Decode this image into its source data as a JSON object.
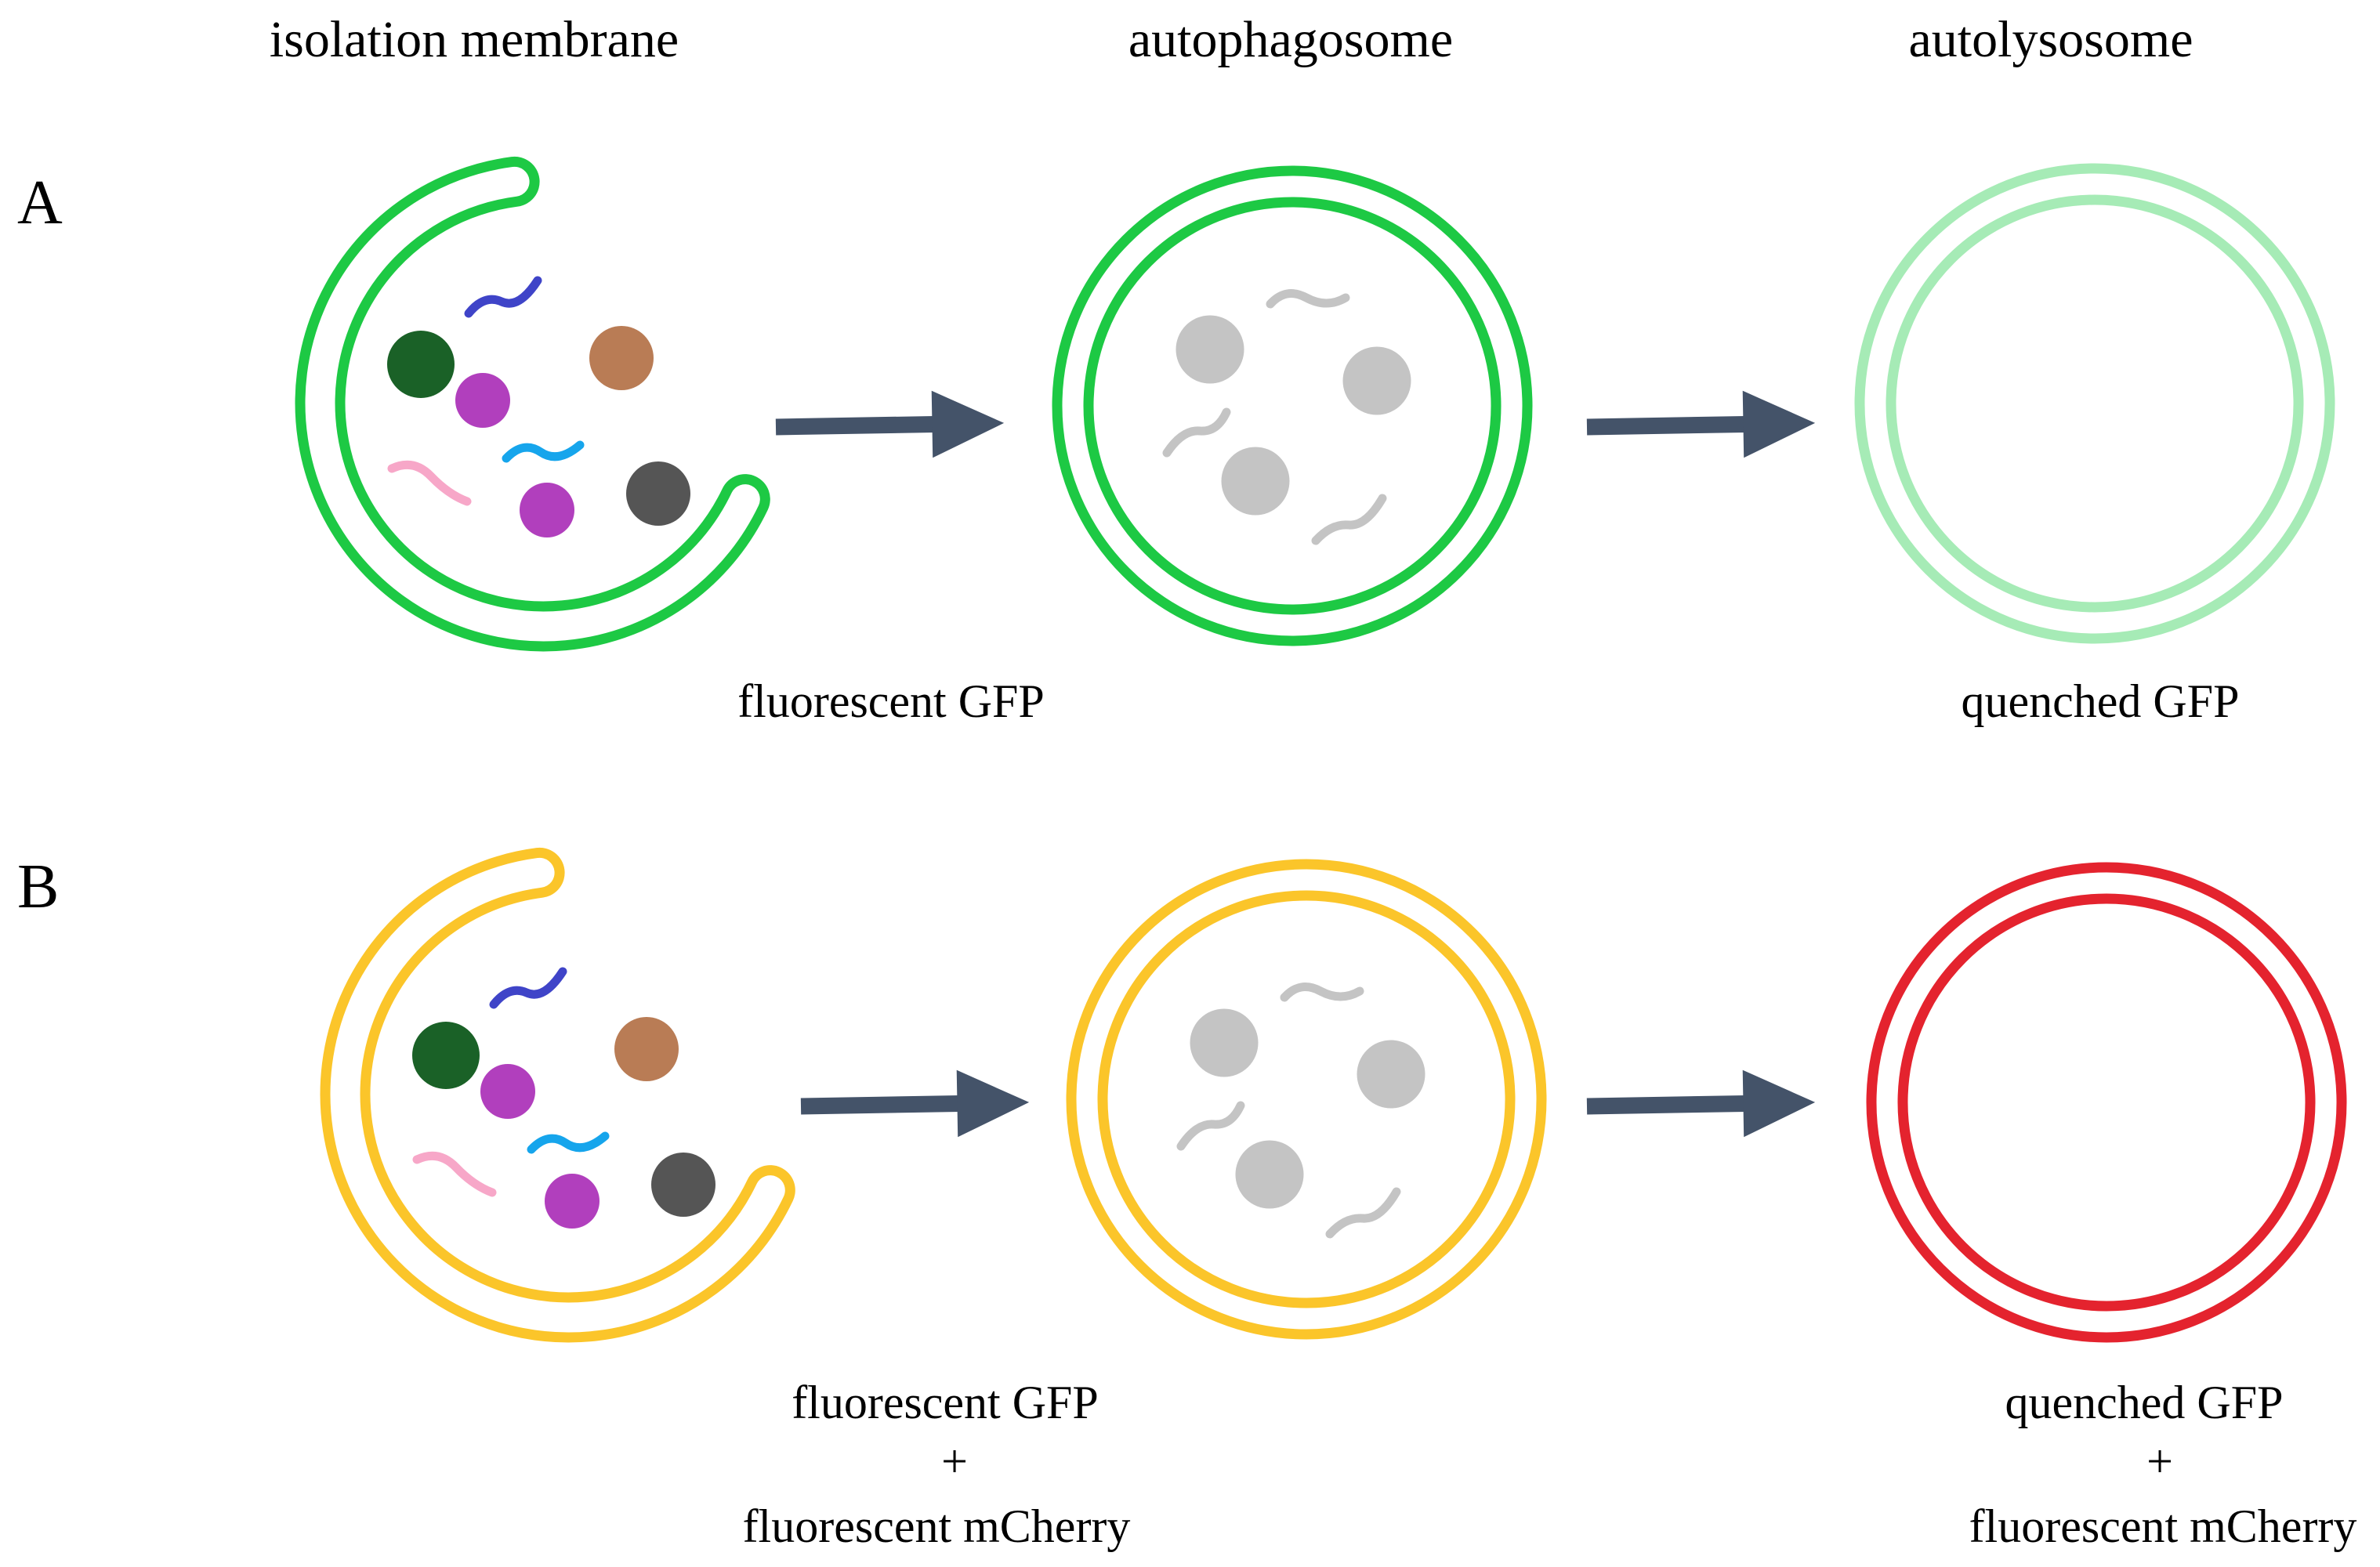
{
  "columns": {
    "isolation_membrane": "isolation membrane",
    "autophagosome": "autophagosome",
    "autolysosome": "autolysosome"
  },
  "rows": {
    "a": {
      "label": "A",
      "caption_fluorescent": "fluorescent GFP",
      "caption_quenched": "quenched GFP"
    },
    "b": {
      "label": "B",
      "caption_fluorescent_line1": "fluorescent GFP",
      "caption_fluorescent_plus": "+",
      "caption_fluorescent_line2": "fluorescent mCherry",
      "caption_quenched_line1": "quenched GFP",
      "caption_quenched_plus": "+",
      "caption_quenched_line2": "fluorescent mCherry"
    }
  },
  "colors": {
    "gfp_fluorescent": "#1dc944",
    "gfp_quenched": "#a6ebb6",
    "mcherry_gfp_overlay": "#fbc52a",
    "mcherry_only": "#e4232e",
    "arrow": "#445369",
    "cargo_degraded": "#c4c4c4",
    "cargo_dark_green": "#1a6127",
    "cargo_purple": "#b13fbd",
    "cargo_brown": "#b97c55",
    "cargo_dark_gray": "#555555",
    "cargo_navy_squiggle": "#3f44c8",
    "cargo_blue_squiggle": "#16a5ec",
    "cargo_pink_squiggle": "#f7a7c8"
  }
}
